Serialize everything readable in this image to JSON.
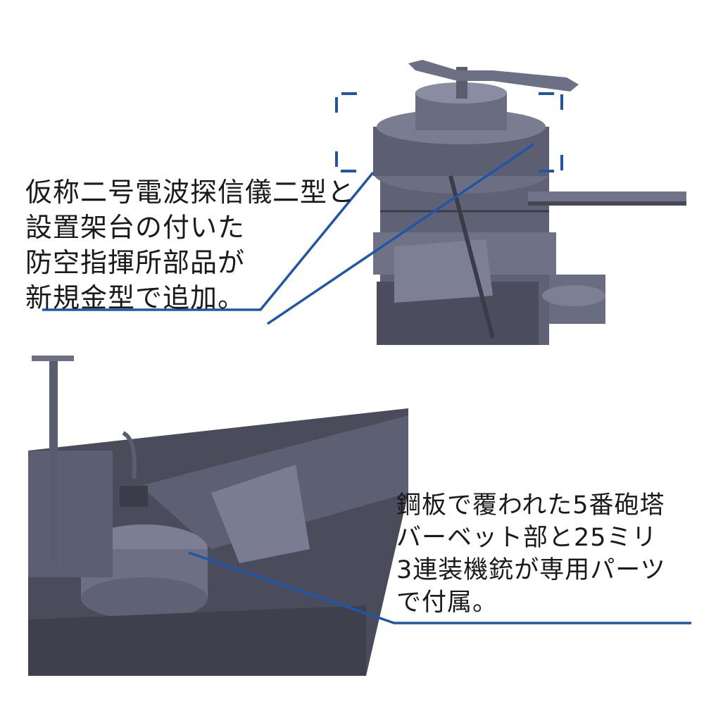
{
  "callouts": {
    "top": {
      "lines": [
        "仮称二号電波探信儀二型と",
        "設置架台の付いた",
        "防空指揮所部品が",
        "新規金型で追加。"
      ]
    },
    "bottom": {
      "lines": [
        "鋼板で覆われた5番砲塔",
        "バーベット部と25ミリ",
        "3連装機銃が専用パーツ",
        "で付属。"
      ]
    }
  },
  "colors": {
    "leader_line": "#1f56a8",
    "model_gray": "#6f7286",
    "model_dark": "#3a3c4a",
    "text": "#1a1a1a"
  }
}
